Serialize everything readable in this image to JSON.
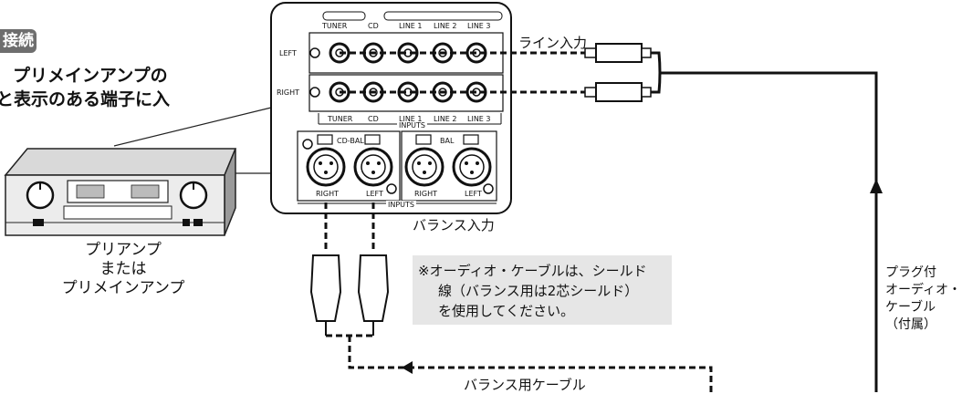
{
  "section_badge": "接続",
  "caption": {
    "line1": "プリメインアンプの",
    "line2": "と表示のある端子に入"
  },
  "amp_label": {
    "line1": "プリアンプ",
    "line2": "または",
    "line3": "プリメインアンプ"
  },
  "panel": {
    "top_labels": [
      "TUNER",
      "CD",
      "LINE 1",
      "LINE 2",
      "LINE 3"
    ],
    "bottom_labels": [
      "TUNER",
      "CD",
      "LINE 1",
      "LINE 2",
      "LINE 3"
    ],
    "inputs_label": "INPUTS",
    "left_label": "LEFT",
    "right_label": "RIGHT",
    "cd_bal_label": "CD-BAL",
    "bal_label": "BAL",
    "xlr_labels": [
      "RIGHT",
      "LEFT",
      "RIGHT",
      "LEFT"
    ],
    "xlr_inputs_label": "INPUTS"
  },
  "line_input_label": "ライン入力",
  "balance_input_label": "バランス入力",
  "note": {
    "line1": "※オーディオ・ケーブルは、シールド",
    "line2": "線（バランス用は2芯シールド）",
    "line3": "を使用してください。"
  },
  "balance_cable_label": "バランス用ケーブル",
  "plug_cable_label": {
    "line1": "プラグ付",
    "line2": "オーディオ・",
    "line3": "ケーブル",
    "line4": "（付属）"
  },
  "colors": {
    "line": "#111111",
    "note_bg": "#e6e6e6",
    "badge_bg": "#6e6e6e"
  }
}
